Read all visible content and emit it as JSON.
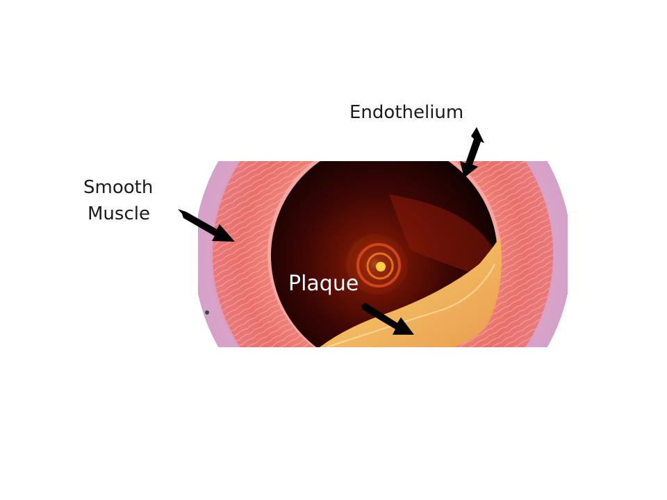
{
  "figure": {
    "subject": "artery cross-section with plaque",
    "labels": {
      "endothelium": "Endothelium",
      "smooth_muscle_line1": "Smooth",
      "smooth_muscle_line2": "Muscle",
      "plaque": "Plaque"
    },
    "colors": {
      "background": "#ffffff",
      "adventitia": "#d9a3c9",
      "smooth_muscle": "#e8706a",
      "lumen_dark": "#150404",
      "lumen_red": "#7a1a0a",
      "plaque": "#f4c070",
      "core_glow": "#ffcf40",
      "label_text": "#1a1a1a",
      "arrow": "#000000"
    }
  }
}
